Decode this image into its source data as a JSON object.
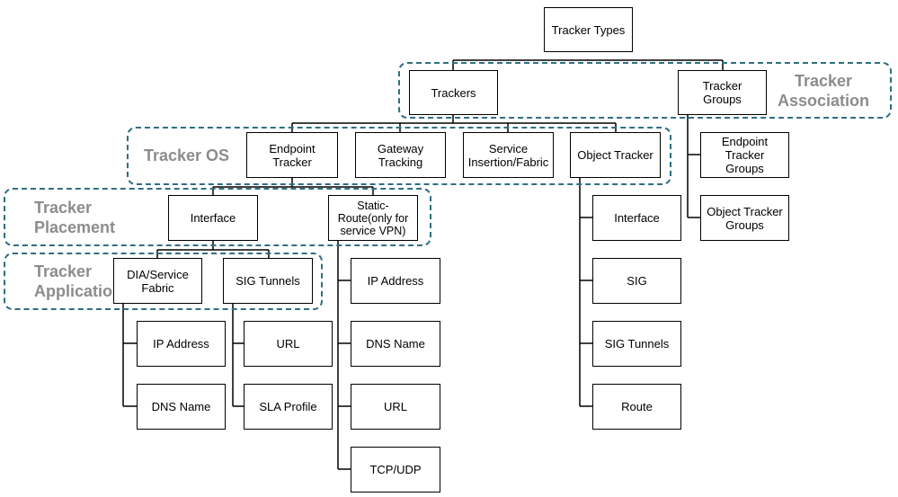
{
  "nodes": {
    "tracker_types": "Tracker Types",
    "trackers": "Trackers",
    "tracker_groups": "Tracker Groups",
    "endpoint_tracker": "Endpoint Tracker",
    "gateway_tracking": "Gateway\nTracking",
    "service_insertion": "Service\nInsertion/Fabric",
    "object_tracker": "Object Tracker",
    "endpoint_tracker_groups": "Endpoint Tracker\nGroups",
    "object_tracker_groups": "Object Tracker\nGroups",
    "interface_ep": "Interface",
    "static_route": "Static-\nRoute(only for\nservice VPN)",
    "dia_service_fabric": "DIA/Service\nFabric",
    "sig_tunnels_ep": "SIG Tunnels",
    "ip_address_dia": "IP Address",
    "dns_name_dia": "DNS Name",
    "url_sig": "URL",
    "sla_profile": "SLA Profile",
    "ip_address_sr": "IP Address",
    "dns_name_sr": "DNS Name",
    "url_sr": "URL",
    "tcp_udp": "TCP/UDP",
    "interface_ot": "Interface",
    "sig_ot": "SIG",
    "sig_tunnels_ot": "SIG Tunnels",
    "route": "Route"
  },
  "groups": {
    "association": "Tracker\nAssociation",
    "os": "Tracker OS",
    "placement": "Tracker\nPlacement",
    "application": "Tracker\nApplication"
  },
  "colors": {
    "group_border": "#2f6f80",
    "group_label": "#8c8c8c",
    "line": "#000000"
  }
}
